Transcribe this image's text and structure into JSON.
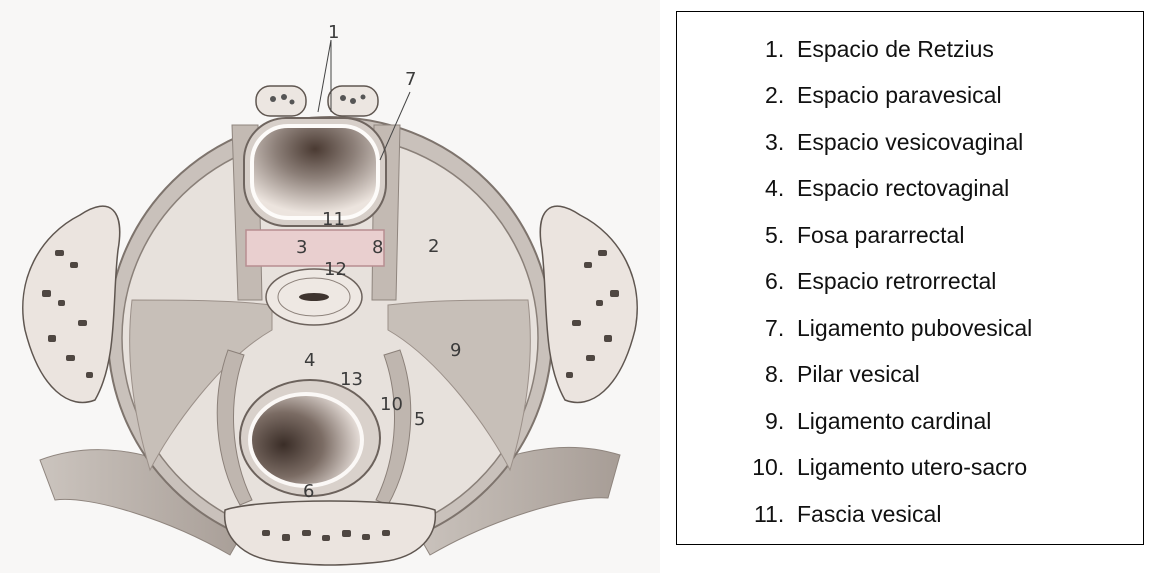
{
  "figure_numbers": [
    "1",
    "7",
    "11",
    "3",
    "8",
    "2",
    "12",
    "9",
    "4",
    "13",
    "10",
    "5",
    "6"
  ],
  "legend": {
    "items": [
      {
        "num": "1.",
        "label": "Espacio de Retzius"
      },
      {
        "num": "2.",
        "label": "Espacio paravesical"
      },
      {
        "num": "3.",
        "label": "Espacio vesicovaginal"
      },
      {
        "num": "4.",
        "label": "Espacio rectovaginal"
      },
      {
        "num": "5.",
        "label": "Fosa pararrectal"
      },
      {
        "num": "6.",
        "label": "Espacio retrorrectal"
      },
      {
        "num": "7.",
        "label": "Ligamento pubovesical"
      },
      {
        "num": "8.",
        "label": "Pilar vesical"
      },
      {
        "num": "9.",
        "label": "Ligamento cardinal"
      },
      {
        "num": "10.",
        "label": "Ligamento utero-sacro"
      },
      {
        "num": "11.",
        "label": "Fascia vesical"
      }
    ]
  }
}
